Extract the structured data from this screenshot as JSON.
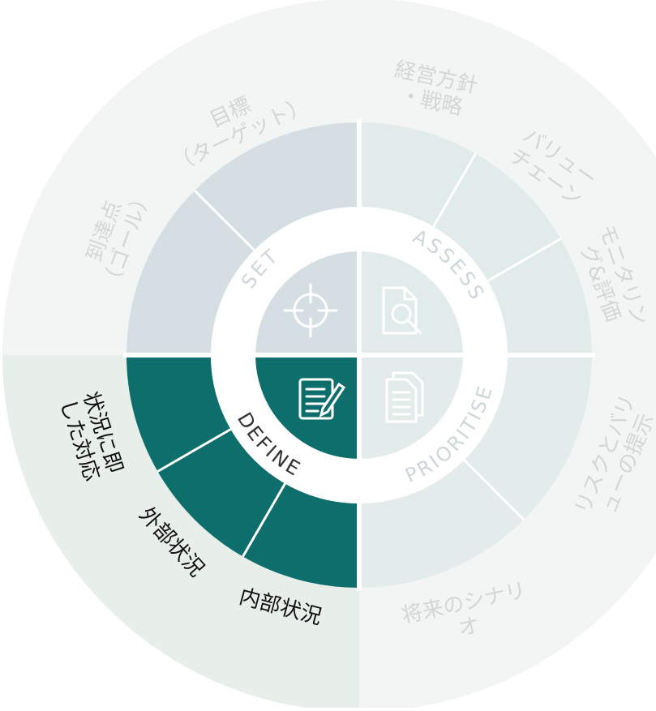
{
  "colors": {
    "background": "#ffffff",
    "outer_ring_base": "#f2f5f4",
    "outer_ring_define": "#e8efea",
    "outer_text_muted": "#d1d6d6",
    "outer_text_active": "#111111",
    "set_fill": "#d5dfe3",
    "assess_fill": "#e1ebea",
    "prioritise_fill": "#e4eceb",
    "define_fill": "#0d6e6c",
    "divider": "#ffffff",
    "center_ring": "#ffffff",
    "ring_text_muted": "#cdd6d8",
    "ring_text_active": "#333333",
    "icon_muted": "#ffffff",
    "icon_active": "#ffffff"
  },
  "quadrants": [
    {
      "key": "set",
      "label": "SET",
      "icon": "crosshair-icon",
      "steps": [
        {
          "lines": [
            "到達点",
            "（ゴール）"
          ]
        },
        {
          "lines": [
            "目標",
            "（ターゲット）"
          ]
        }
      ]
    },
    {
      "key": "assess",
      "label": "ASSESS",
      "icon": "document-search-icon",
      "steps": [
        {
          "lines": [
            "経営方針",
            "・戦略"
          ]
        },
        {
          "lines": [
            "バリュー",
            "チェーン"
          ]
        },
        {
          "lines": [
            "モニタリン",
            "グ&評価"
          ]
        }
      ]
    },
    {
      "key": "prioritise",
      "label": "PRIORITISE",
      "icon": "documents-icon",
      "steps": [
        {
          "lines": [
            "リスクとバリ",
            "ューの提示"
          ]
        },
        {
          "lines": [
            "将来のシナリ",
            "オ"
          ]
        }
      ]
    },
    {
      "key": "define",
      "label": "DEFINE",
      "icon": "edit-note-icon",
      "active": true,
      "steps": [
        {
          "lines": [
            "状況に即",
            "した対応"
          ]
        },
        {
          "lines": [
            "外部状況"
          ]
        },
        {
          "lines": [
            "内部状況"
          ]
        }
      ]
    }
  ]
}
